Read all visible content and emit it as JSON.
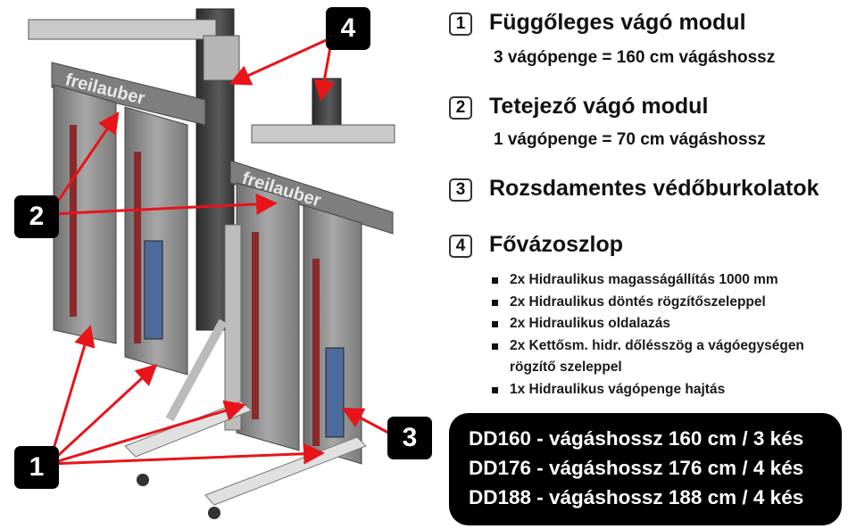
{
  "callouts": {
    "c1": "1",
    "c2": "2",
    "c3": "3",
    "c4": "4"
  },
  "brand": {
    "logo_text": "freilauber"
  },
  "features": [
    {
      "number": "1",
      "title": "Függőleges vágó modul",
      "subtitle": "3 vágópenge = 160 cm vágáshossz"
    },
    {
      "number": "2",
      "title": "Tetejező vágó modul",
      "subtitle": "1 vágópenge = 70 cm vágáshossz"
    },
    {
      "number": "3",
      "title": "Rozsdamentes védőburkolatok",
      "subtitle": ""
    },
    {
      "number": "4",
      "title": "Fővázoszlop",
      "subtitle": ""
    }
  ],
  "bullets": [
    "2x Hidraulikus magasságállítás 1000 mm",
    "2x Hidraulikus döntés rögzítőszeleppel",
    "2x Hidraulikus oldalazás",
    "2x Kettősm. hidr. dőlésszög a vágóegységen",
    "rögzítő szeleppel",
    "1x Hidraulikus vágópenge hajtás"
  ],
  "models": [
    "DD160 - vágáshossz 160 cm / 3 kés",
    "DD176 - vágáshossz 176 cm / 4 kés",
    "DD188 - vágáshossz 188 cm / 4 kés"
  ],
  "colors": {
    "arrow": "#e8141a",
    "panel": "#000000",
    "metal": "#8a8a8a",
    "metal_dark": "#4a4a4a"
  }
}
